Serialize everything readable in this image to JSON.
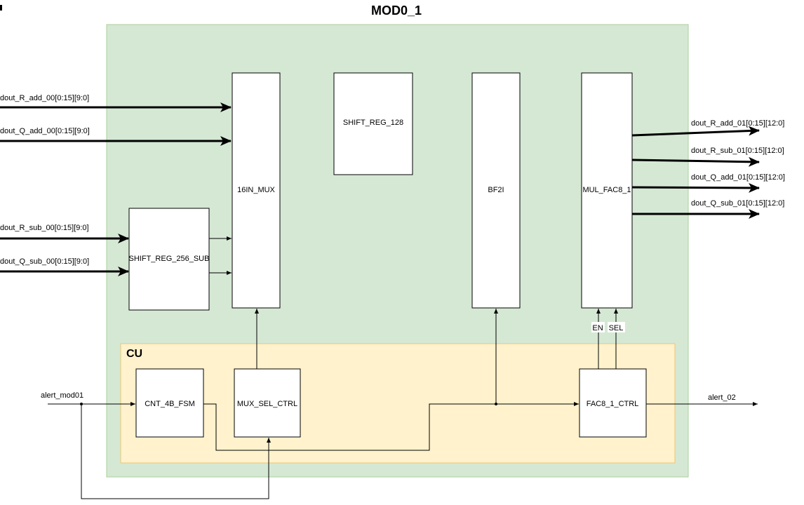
{
  "colors": {
    "module_fill": "#d5e8d4",
    "module_stroke": "#a9cf9b",
    "cu_fill": "#fff2cc",
    "cu_stroke": "#e8c77a",
    "block_fill": "#ffffff",
    "line": "#000000"
  },
  "diagram": {
    "title": "MOD0_1",
    "cu_title": "CU",
    "blocks": {
      "mux16": "16IN_MUX",
      "shift128": "SHIFT_REG_128",
      "bf2i": "BF2I",
      "mulfac": "MUL_FAC8_1",
      "shift256": "SHIFT_REG_256_SUB",
      "cnt4b": "CNT_4B_FSM",
      "muxsel": "MUX_SEL_CTRL",
      "fac8ctrl": "FAC8_1_CTRL"
    },
    "inputs": {
      "in_r_add": "dout_R_add_00[0:15][9:0]",
      "in_q_add": "dout_Q_add_00[0:15][9:0]",
      "in_r_sub": "dout_R_sub_00[0:15][9:0]",
      "in_q_sub": "dout_Q_sub_00[0:15][9:0]",
      "alert_in": "alert_mod01"
    },
    "outputs": {
      "out_r_add": "dout_R_add_01[0:15][12:0]",
      "out_r_sub": "dout_R_sub_01[0:15][12:0]",
      "out_q_add": "dout_Q_add_01[0:15][12:0]",
      "out_q_sub": "dout_Q_sub_01[0:15][12:0]",
      "alert_out": "alert_02"
    },
    "signals": {
      "en": "EN",
      "sel": "SEL"
    }
  }
}
